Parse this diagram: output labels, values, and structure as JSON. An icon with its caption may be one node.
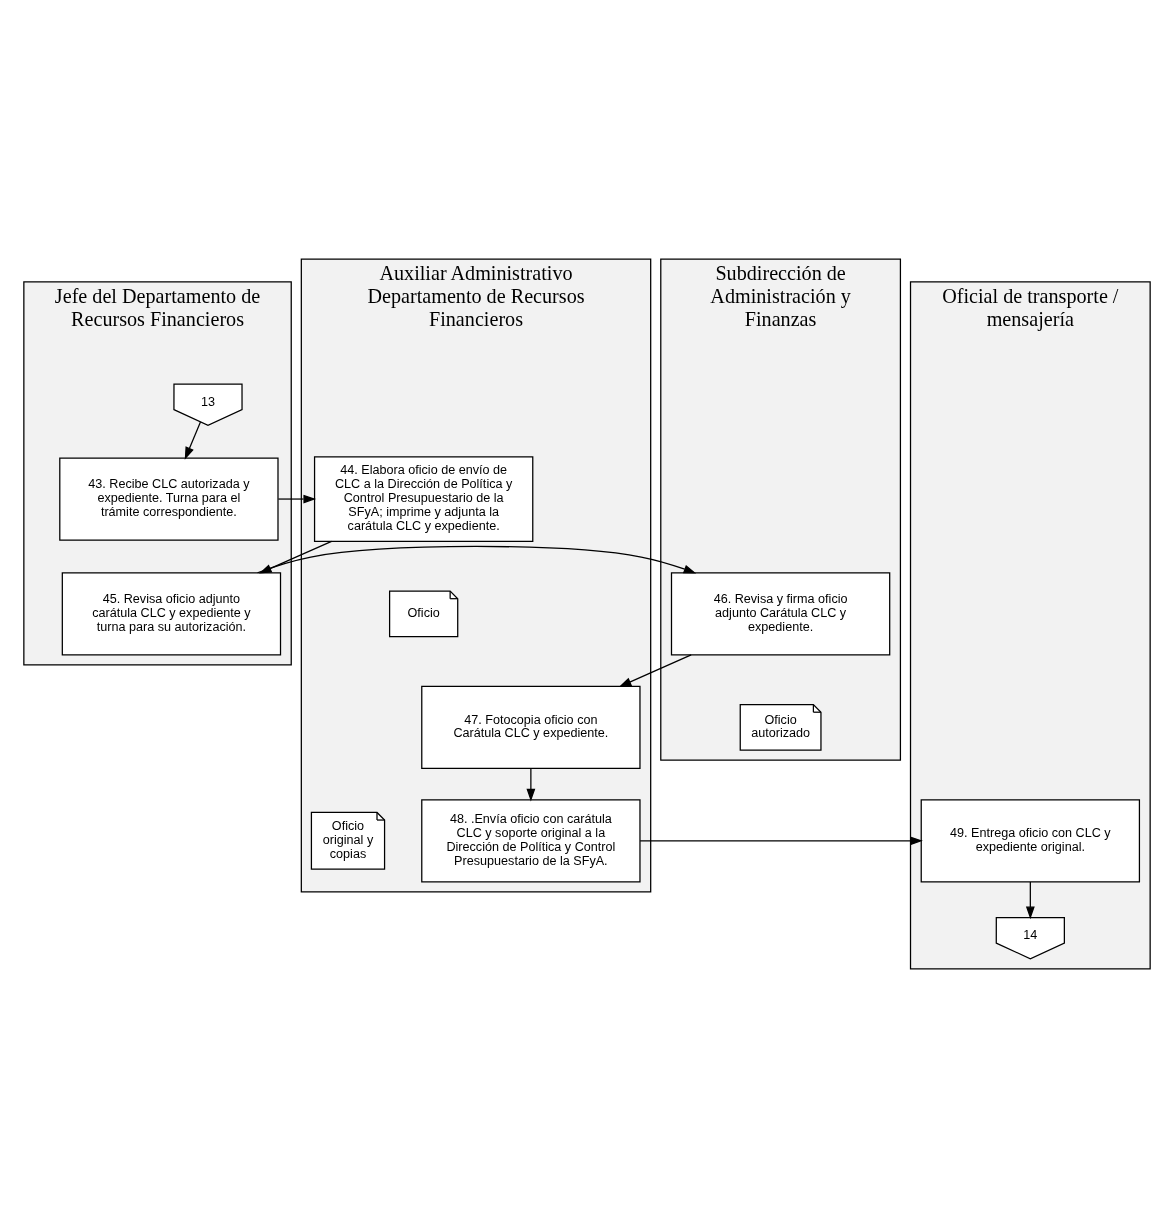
{
  "diagram": {
    "nodes": [
      {
        "text": [
          "Jefe del Departamento de Recursos Financieros"
        ]
      },
      {
        "text": [
          "Auxiliar Administrativo Departamento de Recursos Financieros"
        ]
      },
      {
        "text": [
          "Subdirección de Administración y Finanzas"
        ]
      },
      {
        "text": [
          "Oficial de transporte / mensajería"
        ]
      },
      {
        "text": [
          "13"
        ],
        "in": 0
      },
      {
        "text": [
          "43. Recibe CLC autorizada y expediente. Turna para el trámite correspondiente."
        ],
        "in": 0
      },
      {
        "text": [
          "44. Elabora oficio de envío de CLC a la Dirección de Política y Control Presupuestario de la SFyA; imprime y adjunta la carátula CLC y expediente."
        ],
        "in": 1
      },
      {
        "text": [
          "Oficio"
        ],
        "in": 1
      },
      {
        "text": [
          "45. Revisa oficio adjunto carátula CLC y expediente y turna para su autorización."
        ],
        "in": 0
      },
      {
        "text": [
          "46. Revisa y firma oficio adjunto Carátula CLC y expediente."
        ],
        "in": 2
      },
      {
        "text": [
          "Oficio autorizado"
        ],
        "in": 2
      },
      {
        "text": [
          "47. Fotocopia oficio con Carátula CLC y expediente."
        ],
        "in": 1
      },
      {
        "text": [
          "Oficio original y copias"
        ],
        "in": 1
      },
      {
        "text": [
          "48. .Envía oficio con carátula CLC y soporte original a la Dirección de Política y Control Presupuestario de la SFyA."
        ],
        "in": 1
      },
      {
        "text": [
          "49. Entrega oficio con CLC y expediente original."
        ],
        "in": 3
      },
      {
        "text": [
          "14"
        ],
        "in": 3
      }
    ],
    "edges": [
      {
        "from": 4,
        "to": 5,
        "arrow": "to"
      },
      {
        "from": 5,
        "to": 6,
        "arrow": "to"
      },
      {
        "from": 6,
        "to": 8,
        "arrow": "to"
      },
      {
        "from": 8,
        "to": 9,
        "arrow": "to"
      },
      {
        "from": 9,
        "to": 11,
        "arrow": "to"
      },
      {
        "from": 11,
        "to": 13,
        "arrow": "to"
      },
      {
        "from": 13,
        "to": 14,
        "arrow": "to"
      },
      {
        "from": 14,
        "to": 15,
        "arrow": "to"
      }
    ]
  }
}
